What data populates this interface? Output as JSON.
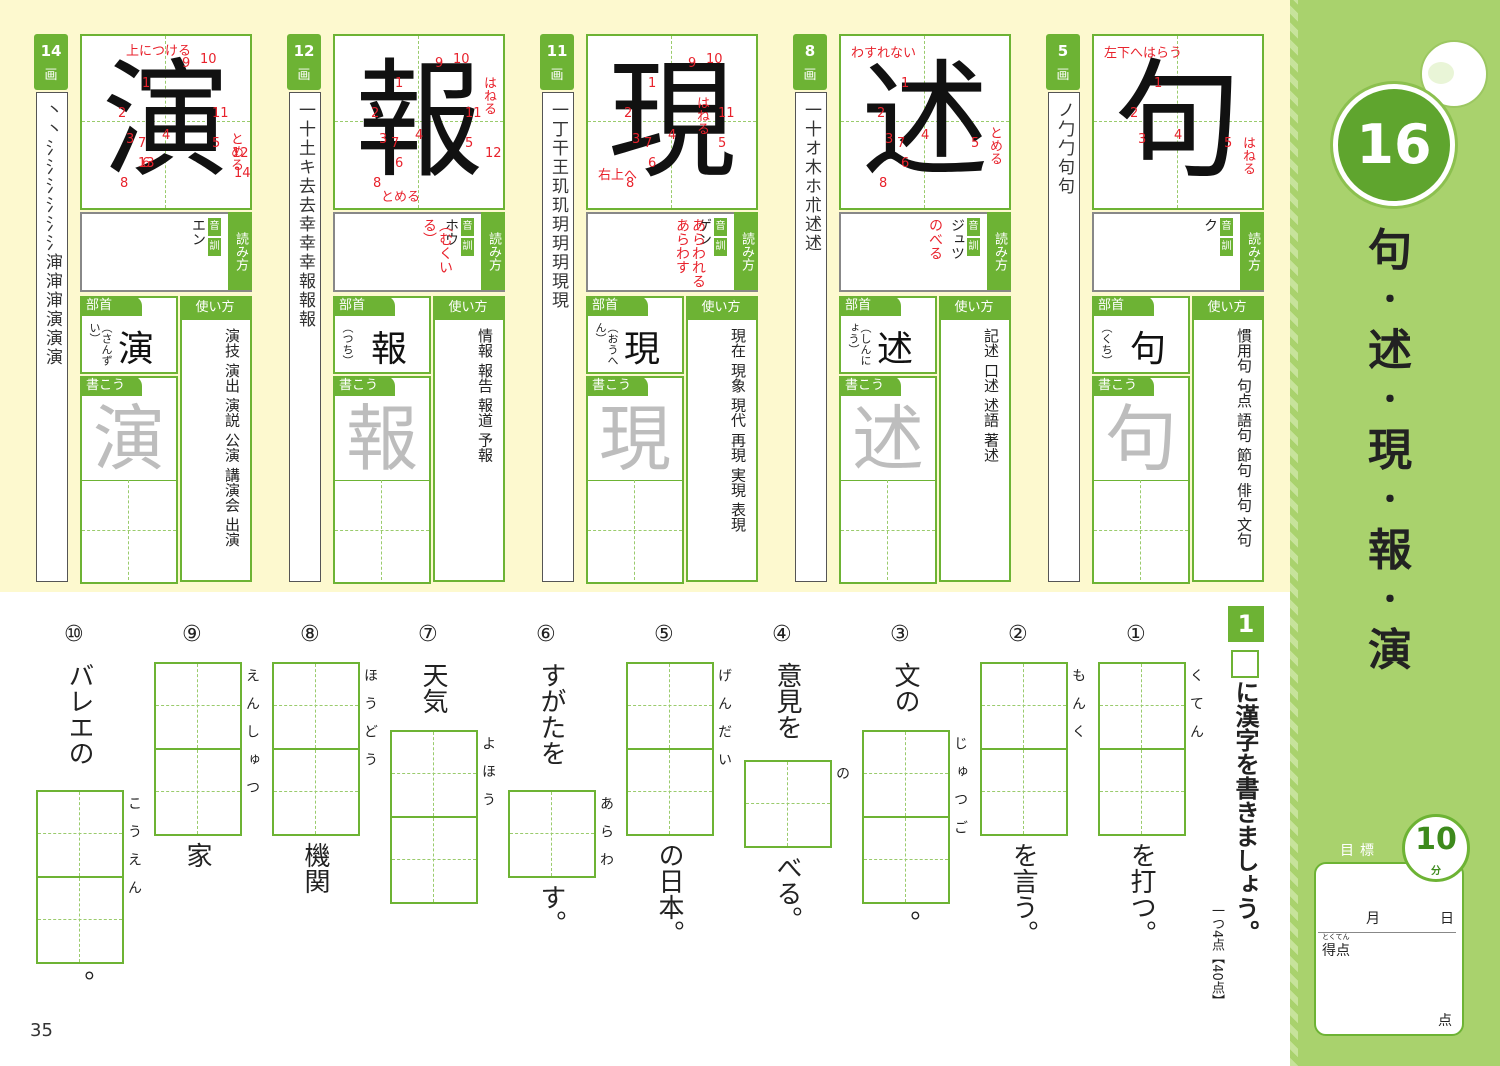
{
  "page_number": "35",
  "lesson": {
    "number": "16",
    "title_chars": [
      "句",
      "述",
      "現",
      "報",
      "演"
    ]
  },
  "colors": {
    "accent": "#6db334",
    "sidebar": "#a9d26d",
    "panel": "#fdf9cf",
    "red": "#e8222c"
  },
  "kanji_cards": [
    {
      "kanji": "句",
      "strokes": "5",
      "stroke_unit": "画",
      "stroke_order": "ノ勹勹句句",
      "on": "ク",
      "kun": "",
      "reading_label": "読み方",
      "on_label": "音",
      "kun_label": "訓",
      "usage_label": "使い方",
      "usage": "慣用句 句点 語句 節句 俳句 文句",
      "radical_label": "部首",
      "radical": "句",
      "radical_name": "（くち）",
      "write_label": "書こう",
      "annotations": [
        "左下へはらう",
        "はねる"
      ],
      "stroke_numbers": [
        "1",
        "2",
        "3",
        "4",
        "5"
      ]
    },
    {
      "kanji": "述",
      "strokes": "8",
      "stroke_unit": "画",
      "stroke_order": "一十オ木ホ朮述述",
      "on": "ジュツ",
      "kun": "のべる",
      "reading_label": "読み方",
      "on_label": "音",
      "kun_label": "訓",
      "usage_label": "使い方",
      "usage": "記述 口述 述語 著述",
      "radical_label": "部首",
      "radical": "述",
      "radical_name": "（しんにょう）",
      "write_label": "書こう",
      "annotations": [
        "わすれない",
        "とめる"
      ],
      "stroke_numbers": [
        "1",
        "2",
        "3",
        "4",
        "5",
        "6",
        "7",
        "8"
      ]
    },
    {
      "kanji": "現",
      "strokes": "11",
      "stroke_unit": "画",
      "stroke_order": "一丁干王玑玑玥玥玥現現",
      "on": "ゲン",
      "kun": "あらわれる あらわす",
      "reading_label": "読み方",
      "on_label": "音",
      "kun_label": "訓",
      "usage_label": "使い方",
      "usage": "現在 現象 現代 再現 実現 表現",
      "radical_label": "部首",
      "radical": "現",
      "radical_name": "（おうへん）",
      "write_label": "書こう",
      "annotations": [
        "はねる",
        "右上へ"
      ],
      "stroke_numbers": [
        "1",
        "2",
        "3",
        "4",
        "5",
        "6",
        "7",
        "8",
        "9",
        "10",
        "11"
      ]
    },
    {
      "kanji": "報",
      "strokes": "12",
      "stroke_unit": "画",
      "stroke_order": "一十土キ去去幸幸幸報報報",
      "on": "ホウ",
      "kun": "（むくいる）",
      "reading_label": "読み方",
      "on_label": "音",
      "kun_label": "訓",
      "usage_label": "使い方",
      "usage": "情報 報告 報道 予報",
      "radical_label": "部首",
      "radical": "報",
      "radical_name": "（つち）",
      "write_label": "書こう",
      "annotations": [
        "はねる",
        "とめる"
      ],
      "stroke_numbers": [
        "1",
        "2",
        "3",
        "4",
        "5",
        "6",
        "7",
        "8",
        "9",
        "10",
        "11",
        "12"
      ]
    },
    {
      "kanji": "演",
      "strokes": "14",
      "stroke_unit": "画",
      "stroke_order": "丶丶氵氵氵氵氵氵渖渖渖演演演",
      "on": "エン",
      "kun": "",
      "reading_label": "読み方",
      "on_label": "音",
      "kun_label": "訓",
      "usage_label": "使い方",
      "usage": "演技 演出 演説 公演 講演会 出演",
      "radical_label": "部首",
      "radical": "演",
      "radical_name": "（さんずい）",
      "write_label": "書こう",
      "annotations": [
        "上につける",
        "とめる"
      ],
      "stroke_numbers": [
        "1",
        "2",
        "3",
        "4",
        "5",
        "6",
        "7",
        "8",
        "9",
        "10",
        "11",
        "12",
        "13",
        "14"
      ]
    }
  ],
  "exercise": {
    "number": "1",
    "instruction": "に漢字を書きましょう。",
    "score": "一つ4点【40点】",
    "questions": [
      {
        "num": "①",
        "furigana": "くてん",
        "before": "",
        "after": "を打つ。",
        "boxes": 2
      },
      {
        "num": "②",
        "furigana": "もんく",
        "before": "",
        "after": "を言う。",
        "boxes": 2
      },
      {
        "num": "③",
        "furigana": "じゅつご",
        "before": "文の",
        "after": "。",
        "boxes": 2
      },
      {
        "num": "④",
        "furigana": "の",
        "before": "意見を",
        "after": "べる。",
        "boxes": 1
      },
      {
        "num": "⑤",
        "furigana": "げんだい",
        "before": "",
        "after": "の日本。",
        "boxes": 2
      },
      {
        "num": "⑥",
        "furigana": "あらわ",
        "before": "すがたを",
        "after": "す。",
        "boxes": 1
      },
      {
        "num": "⑦",
        "furigana": "よほう",
        "before": "天気",
        "after": "",
        "boxes": 2
      },
      {
        "num": "⑧",
        "furigana": "ほうどう",
        "before": "",
        "after": "機関",
        "boxes": 2
      },
      {
        "num": "⑨",
        "furigana": "えんしゅつ",
        "before": "",
        "after": "家",
        "boxes": 2
      },
      {
        "num": "⑩",
        "furigana": "こうえん",
        "before": "バレエの",
        "after": "。",
        "boxes": 2
      }
    ]
  },
  "score_card": {
    "goal_label": "目標",
    "goal_minutes": "10",
    "goal_unit": "分",
    "month_label": "月",
    "day_label": "日",
    "score_label": "得点",
    "score_ruby": "とくてん",
    "score_unit": "点"
  }
}
